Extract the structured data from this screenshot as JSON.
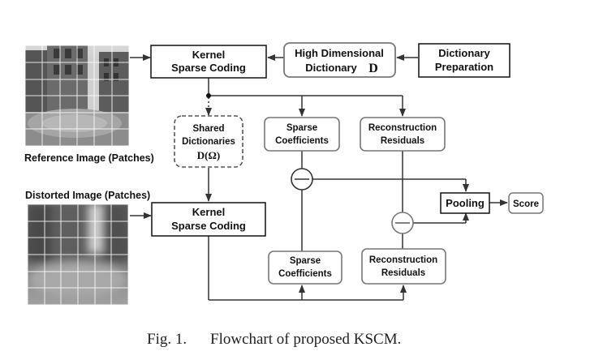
{
  "nodes": {
    "kernel_top": {
      "line1": "Kernel",
      "line2": "Sparse Coding"
    },
    "high_dim": {
      "line1": "High Dimensional",
      "line2": "Dictionary",
      "symbol": "D"
    },
    "dict_prep": {
      "line1": "Dictionary",
      "line2": "Preparation"
    },
    "shared": {
      "line1": "Shared",
      "line2": "Dictionaries",
      "symbol": "D(Ω)"
    },
    "sparse_top": {
      "line1": "Sparse",
      "line2": "Coefficients"
    },
    "recon_top": {
      "line1": "Reconstruction",
      "line2": "Residuals"
    },
    "kernel_bottom": {
      "line1": "Kernel",
      "line2": "Sparse Coding"
    },
    "pooling": {
      "label": "Pooling"
    },
    "score": {
      "label": "Score"
    },
    "sparse_bottom": {
      "line1": "Sparse",
      "line2": "Coefficients"
    },
    "recon_bottom": {
      "line1": "Reconstruction",
      "line2": "Residuals"
    }
  },
  "images": {
    "reference_label": "Reference Image (Patches)",
    "distorted_label": "Distorted Image (Patches)"
  },
  "caption": {
    "fig": "Fig. 1.",
    "text": "Flowchart of proposed KSCM."
  },
  "colors": {
    "solid_border": "#111111",
    "rounded_border": "#777777",
    "line": "#333333"
  },
  "icons": {
    "subtract": "minus-circle-icon"
  }
}
